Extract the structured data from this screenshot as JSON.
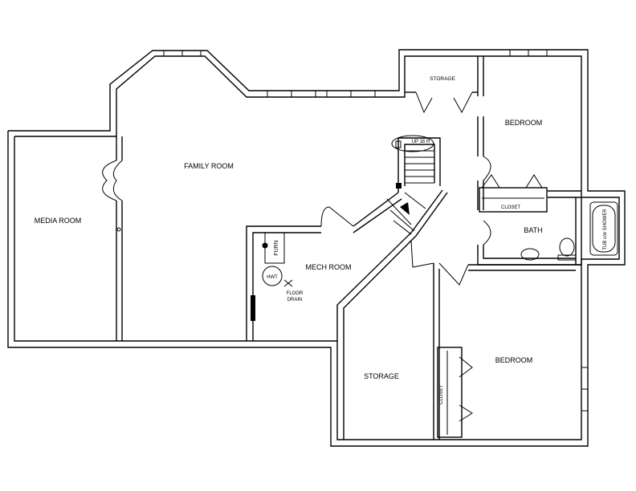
{
  "rooms": {
    "media_room": "MEDIA ROOM",
    "family_room": "FAMILY ROOM",
    "mech_room": "MECH ROOM",
    "storage_top": "STORAGE",
    "bedroom_top": "BEDROOM",
    "bath": "BATH",
    "storage_bottom": "STORAGE",
    "bedroom_bottom": "BEDROOM"
  },
  "fixtures": {
    "stair": "UP 16 R",
    "furnace": "FURN",
    "water_heater": "HWT",
    "floor_drain_1": "FLOOR",
    "floor_drain_2": "DRAIN",
    "closet_top": "CLOSET",
    "closet_bottom": "CLOSET",
    "tub": "TUB c/w SHOWER"
  }
}
